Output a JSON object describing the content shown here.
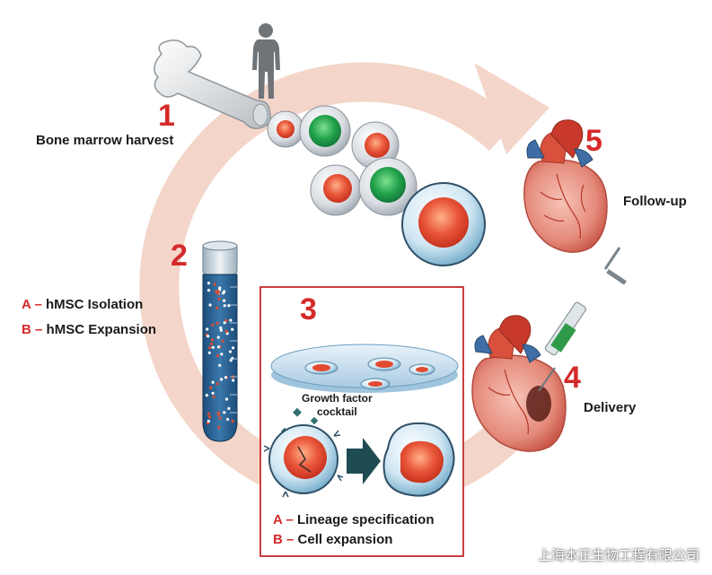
{
  "steps": {
    "s1": {
      "number": "1",
      "label": "Bone marrow harvest"
    },
    "s2": {
      "number": "2",
      "a_letter": "A",
      "a_text": "hMSC Isolation",
      "b_letter": "B",
      "b_text": "hMSC Expansion"
    },
    "s3": {
      "number": "3",
      "growth_factor": "Growth factor",
      "cocktail": "cocktail",
      "a_letter": "A",
      "a_text": "Lineage specification",
      "b_letter": "B",
      "b_text": "Cell expansion"
    },
    "s4": {
      "number": "4",
      "label": "Delivery"
    },
    "s5": {
      "number": "5",
      "label": "Follow-up"
    }
  },
  "dash": "–",
  "watermark": "上海本正生物工程有限公司",
  "icons": [
    "human-silhouette-icon",
    "bone-icon",
    "test-tube-icon",
    "petri-dish-icon",
    "heart-icon",
    "syringe-icon",
    "wechat-icon"
  ],
  "colors": {
    "accent": "#d42a2a",
    "cycle_arrow": "#f4d2c6",
    "cell_red": "#e24a30",
    "cell_green": "#1e9f4a"
  }
}
